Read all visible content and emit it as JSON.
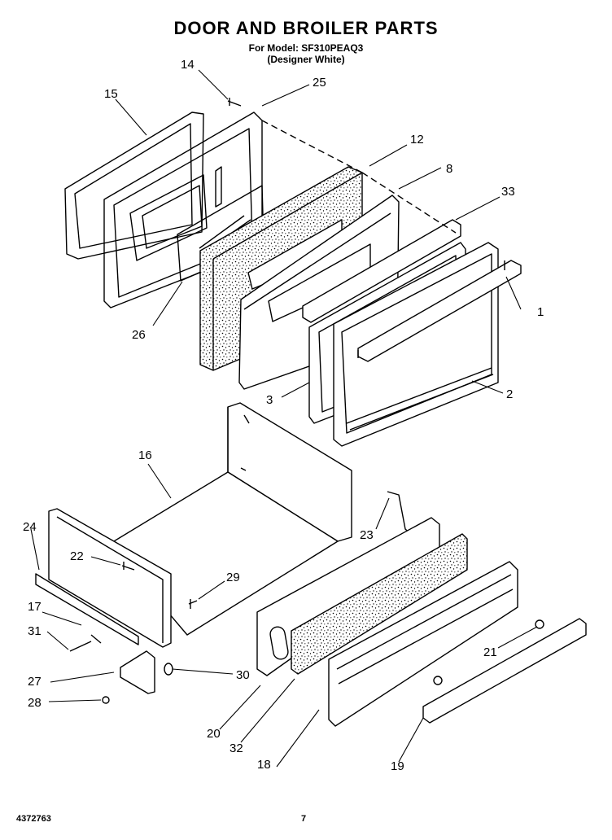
{
  "title": "DOOR AND BROILER PARTS",
  "model_line": "For Model: SF310PEAQ3",
  "color_line": "(Designer White)",
  "doc_id": "4372763",
  "page_number": "7",
  "callouts": [
    {
      "id": "p1",
      "label": "1"
    },
    {
      "id": "p2",
      "label": "2"
    },
    {
      "id": "p3",
      "label": "3"
    },
    {
      "id": "p8",
      "label": "8"
    },
    {
      "id": "p12",
      "label": "12"
    },
    {
      "id": "p14",
      "label": "14"
    },
    {
      "id": "p15",
      "label": "15"
    },
    {
      "id": "p16",
      "label": "16"
    },
    {
      "id": "p17",
      "label": "17"
    },
    {
      "id": "p18",
      "label": "18"
    },
    {
      "id": "p19",
      "label": "19"
    },
    {
      "id": "p20",
      "label": "20"
    },
    {
      "id": "p21",
      "label": "21"
    },
    {
      "id": "p22",
      "label": "22"
    },
    {
      "id": "p23",
      "label": "23"
    },
    {
      "id": "p24",
      "label": "24"
    },
    {
      "id": "p25",
      "label": "25"
    },
    {
      "id": "p26",
      "label": "26"
    },
    {
      "id": "p27",
      "label": "27"
    },
    {
      "id": "p28",
      "label": "28"
    },
    {
      "id": "p29",
      "label": "29"
    },
    {
      "id": "p30",
      "label": "30"
    },
    {
      "id": "p31",
      "label": "31"
    },
    {
      "id": "p32",
      "label": "32"
    },
    {
      "id": "p33",
      "label": "33"
    }
  ]
}
